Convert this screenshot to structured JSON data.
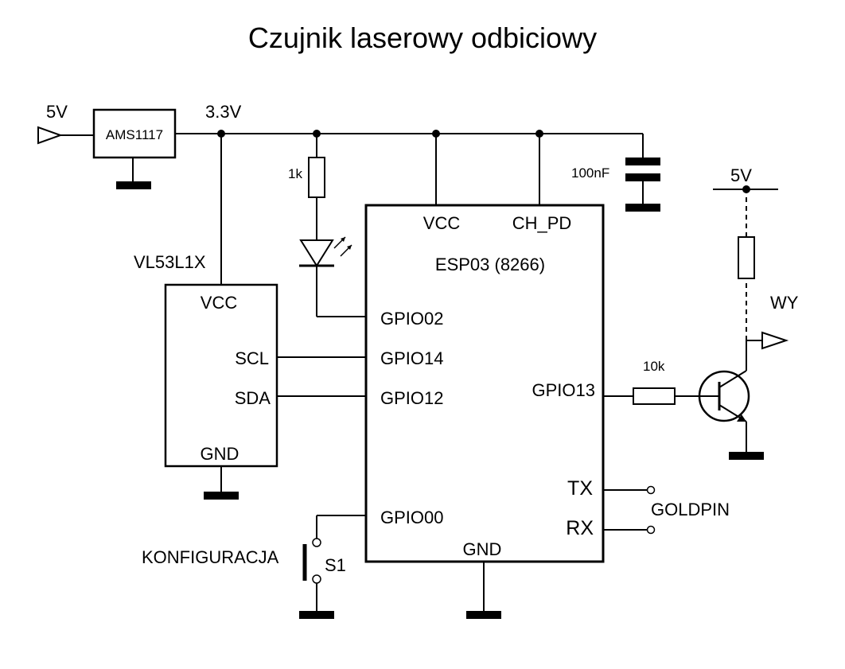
{
  "title": "Czujnik laserowy odbiciowy",
  "power": {
    "input_label": "5V",
    "rail_label": "3.3V",
    "regulator_label": "AMS1117",
    "capacitor_label": "100nF",
    "transistor_supply_label": "5V"
  },
  "sensor": {
    "name": "VL53L1X",
    "pins": {
      "vcc": "VCC",
      "scl": "SCL",
      "sda": "SDA",
      "gnd": "GND"
    }
  },
  "mcu": {
    "name": "ESP03 (8266)",
    "pins": {
      "vcc": "VCC",
      "ch_pd": "CH_PD",
      "gpio02": "GPIO02",
      "gpio14": "GPIO14",
      "gpio12": "GPIO12",
      "gpio13": "GPIO13",
      "gpio00": "GPIO00",
      "tx": "TX",
      "rx": "RX",
      "gnd": "GND"
    }
  },
  "components": {
    "led_resistor": "1k",
    "base_resistor": "10k",
    "switch_name": "S1",
    "switch_label": "KONFIGURACJA",
    "connector_label": "GOLDPIN",
    "output_label": "WY"
  }
}
